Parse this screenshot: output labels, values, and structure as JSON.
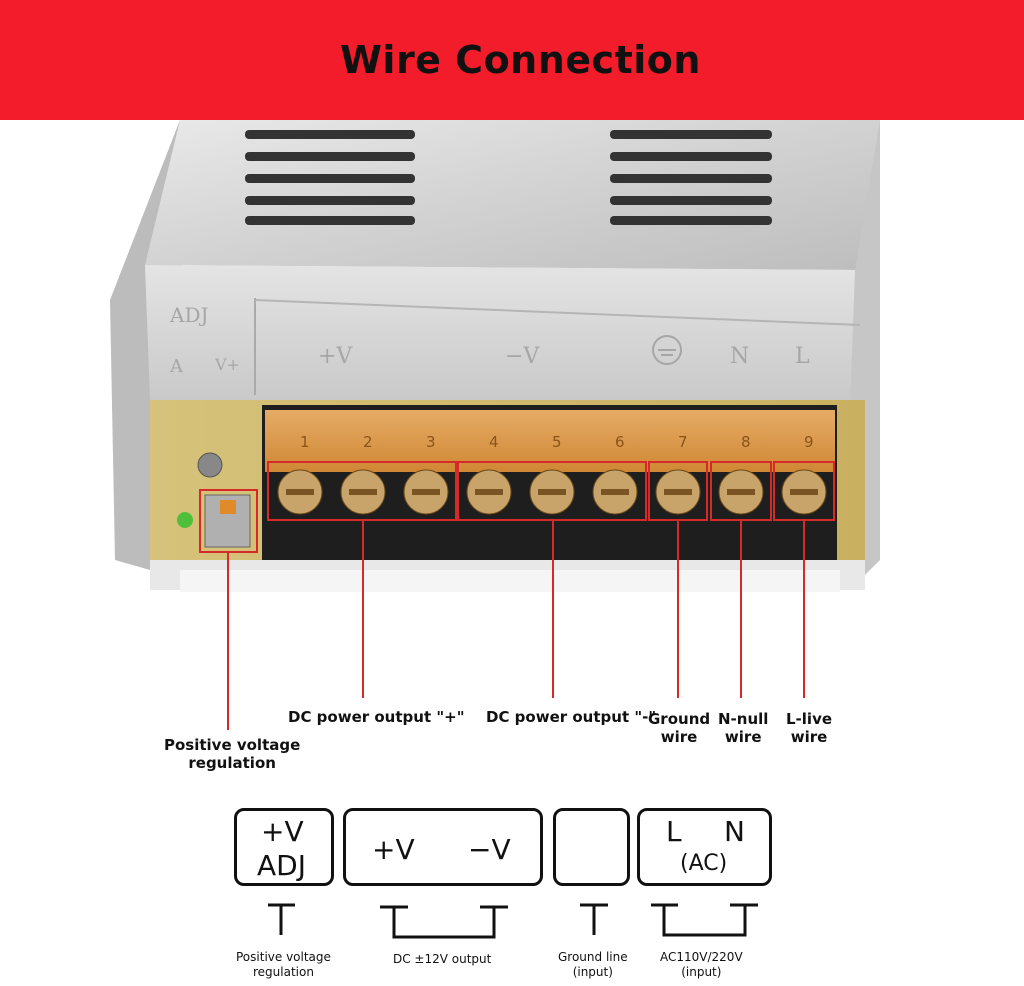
{
  "banner": {
    "title": "Wire Connection",
    "color": "#f21c2b"
  },
  "photo": {
    "labels": {
      "adj": "ADJ",
      "pos_v": "+V",
      "neg_v": "−V",
      "n": "N",
      "l": "L",
      "a": "A",
      "v_plus": "V+"
    },
    "terminal_numbers": [
      "1",
      "2",
      "3",
      "4",
      "5",
      "6",
      "7",
      "8",
      "9"
    ]
  },
  "callouts": {
    "pos_voltage_line1": "Positive voltage",
    "pos_voltage_line2": "regulation",
    "dc_plus": "DC power output \"+\"",
    "dc_minus": "DC power output \"-\"",
    "ground_line1": "Ground",
    "ground_line2": "wire",
    "nnull_line1": "N-null",
    "nnull_line2": "wire",
    "llive_line1": "L-live",
    "llive_line2": "wire"
  },
  "legend": {
    "adj_box": {
      "line1": "+V",
      "line2": "ADJ"
    },
    "dc_box": {
      "plus": "+V",
      "minus": "−V"
    },
    "ac_box": {
      "l": "L",
      "n": "N",
      "ac": "(AC)"
    },
    "captions": {
      "adj_line1": "Positive voltage",
      "adj_line2": "regulation",
      "dc": "DC ±12V output",
      "ground_line1": "Ground line",
      "ground_line2": "(input)",
      "ac_line1": "AC110V/220V",
      "ac_line2": "(input)"
    }
  }
}
